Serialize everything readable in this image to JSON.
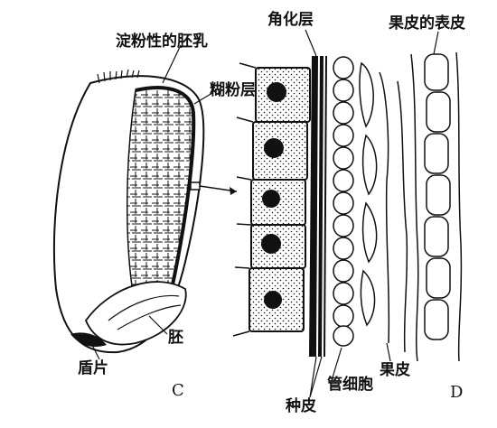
{
  "labels": {
    "endosperm": "淀粉性的胚乳",
    "aleurone": "糊粉层",
    "cuticle": "角化层",
    "pericarp_epidermis": "果皮的表皮",
    "embryo": "胚",
    "scutellum": "盾片",
    "panel_c": "C",
    "tube_cells": "管细胞",
    "seed_coat": "种皮",
    "pericarp": "果皮",
    "panel_d": "D"
  },
  "colors": {
    "ink": "#111111",
    "background": "#ffffff"
  }
}
